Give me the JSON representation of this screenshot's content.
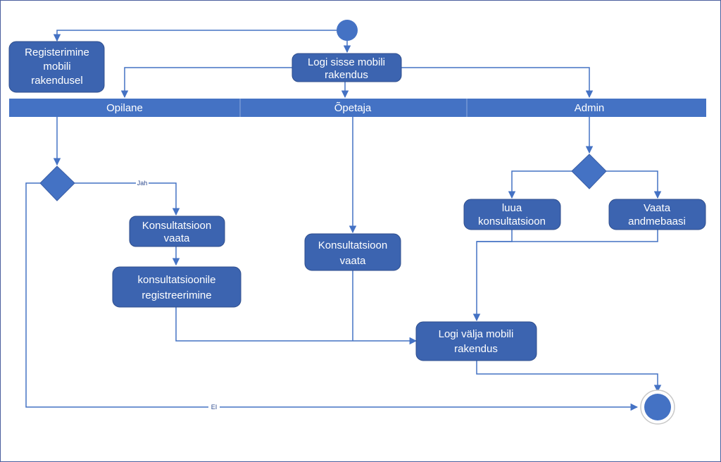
{
  "lanes": {
    "opilane": "Opilane",
    "opetaja": "Õpetaja",
    "admin": "Admin"
  },
  "nodes": {
    "registerimine": [
      "Registerimine",
      "mobili",
      "rakendusel"
    ],
    "logi_sisse": [
      "Logi sisse mobili",
      "rakendus"
    ],
    "opilane_konsultatsioon_vaata": [
      "Konsultatsioon",
      "vaata"
    ],
    "konsultatsioonile_registreerimine": [
      "konsultatsioonile",
      "registreerimine"
    ],
    "opetaja_konsultatsioon_vaata": [
      "Konsultatsioon",
      "vaata"
    ],
    "luua_konsultatsioon": [
      "luua",
      "konsultatsioon"
    ],
    "vaata_andmebaasi": [
      "Vaata",
      "andmebaasi"
    ],
    "logi_valja": [
      "Logi välja mobili",
      "rakendus"
    ]
  },
  "edge_labels": {
    "jah": "Jah",
    "ei": "EI"
  },
  "colors": {
    "node_fill": "#3c64b0",
    "lane_fill": "#4472c4",
    "edge": "#4472c4",
    "frame": "#4a5f9e"
  }
}
